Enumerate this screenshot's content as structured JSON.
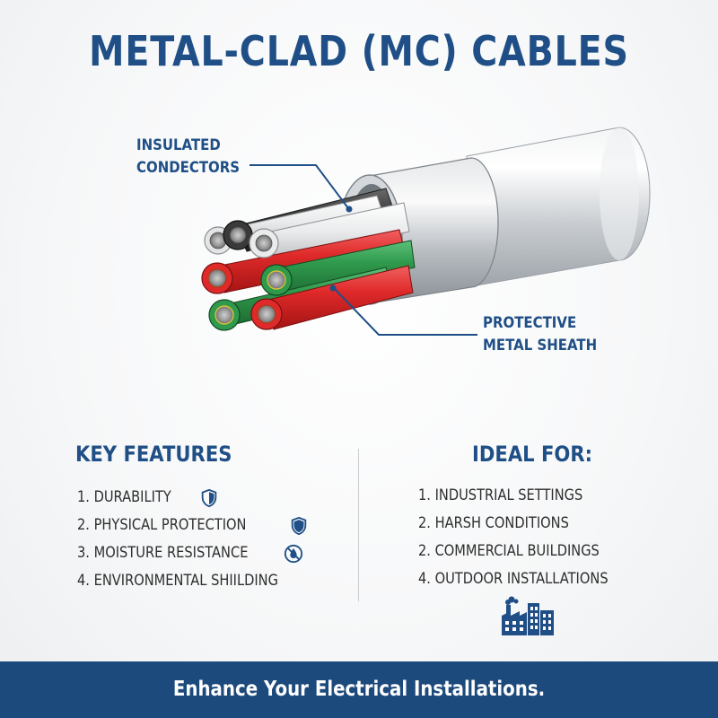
{
  "title": "METAL-CLAD (MC) CABLES",
  "callouts": {
    "conductors": [
      "INSULATED",
      "CONDECTORS"
    ],
    "sheath": [
      "PROTECTIVE",
      "METAL SHEATH"
    ]
  },
  "features": {
    "heading": "KEY FEATURES",
    "items": [
      {
        "label": "1. DURABILITY",
        "icon": "shield-icon"
      },
      {
        "label": "2. PHYSICAL PROTECTION",
        "icon": "shield-icon"
      },
      {
        "label": "3. MOISTURE RESISTANCE",
        "icon": "no-water-drop-icon"
      },
      {
        "label": "4. ENVIRONMENTAL SHIILDING",
        "icon": ""
      }
    ]
  },
  "ideal": {
    "heading": "IDEAL FOR:",
    "items": [
      {
        "label": "1. INDUSTRIAL SETTINGS"
      },
      {
        "label": "2. HARSH CONDITIONS"
      },
      {
        "label": "2. COMMERCIAL BUILDINGS"
      },
      {
        "label": "4. OUTDOOR INSTALLATIONS"
      }
    ],
    "icon": "factory-buildings-icon"
  },
  "footer": "Enhance Your Electrical Installations.",
  "colors": {
    "brand_blue": "#1f4f86",
    "footer_blue": "#1d4a7c",
    "conductor_red": "#e02a2a",
    "conductor_green": "#2f9a4c",
    "conductor_black": "#3a3a3a",
    "sheath_silver": "#cfd3d7"
  }
}
